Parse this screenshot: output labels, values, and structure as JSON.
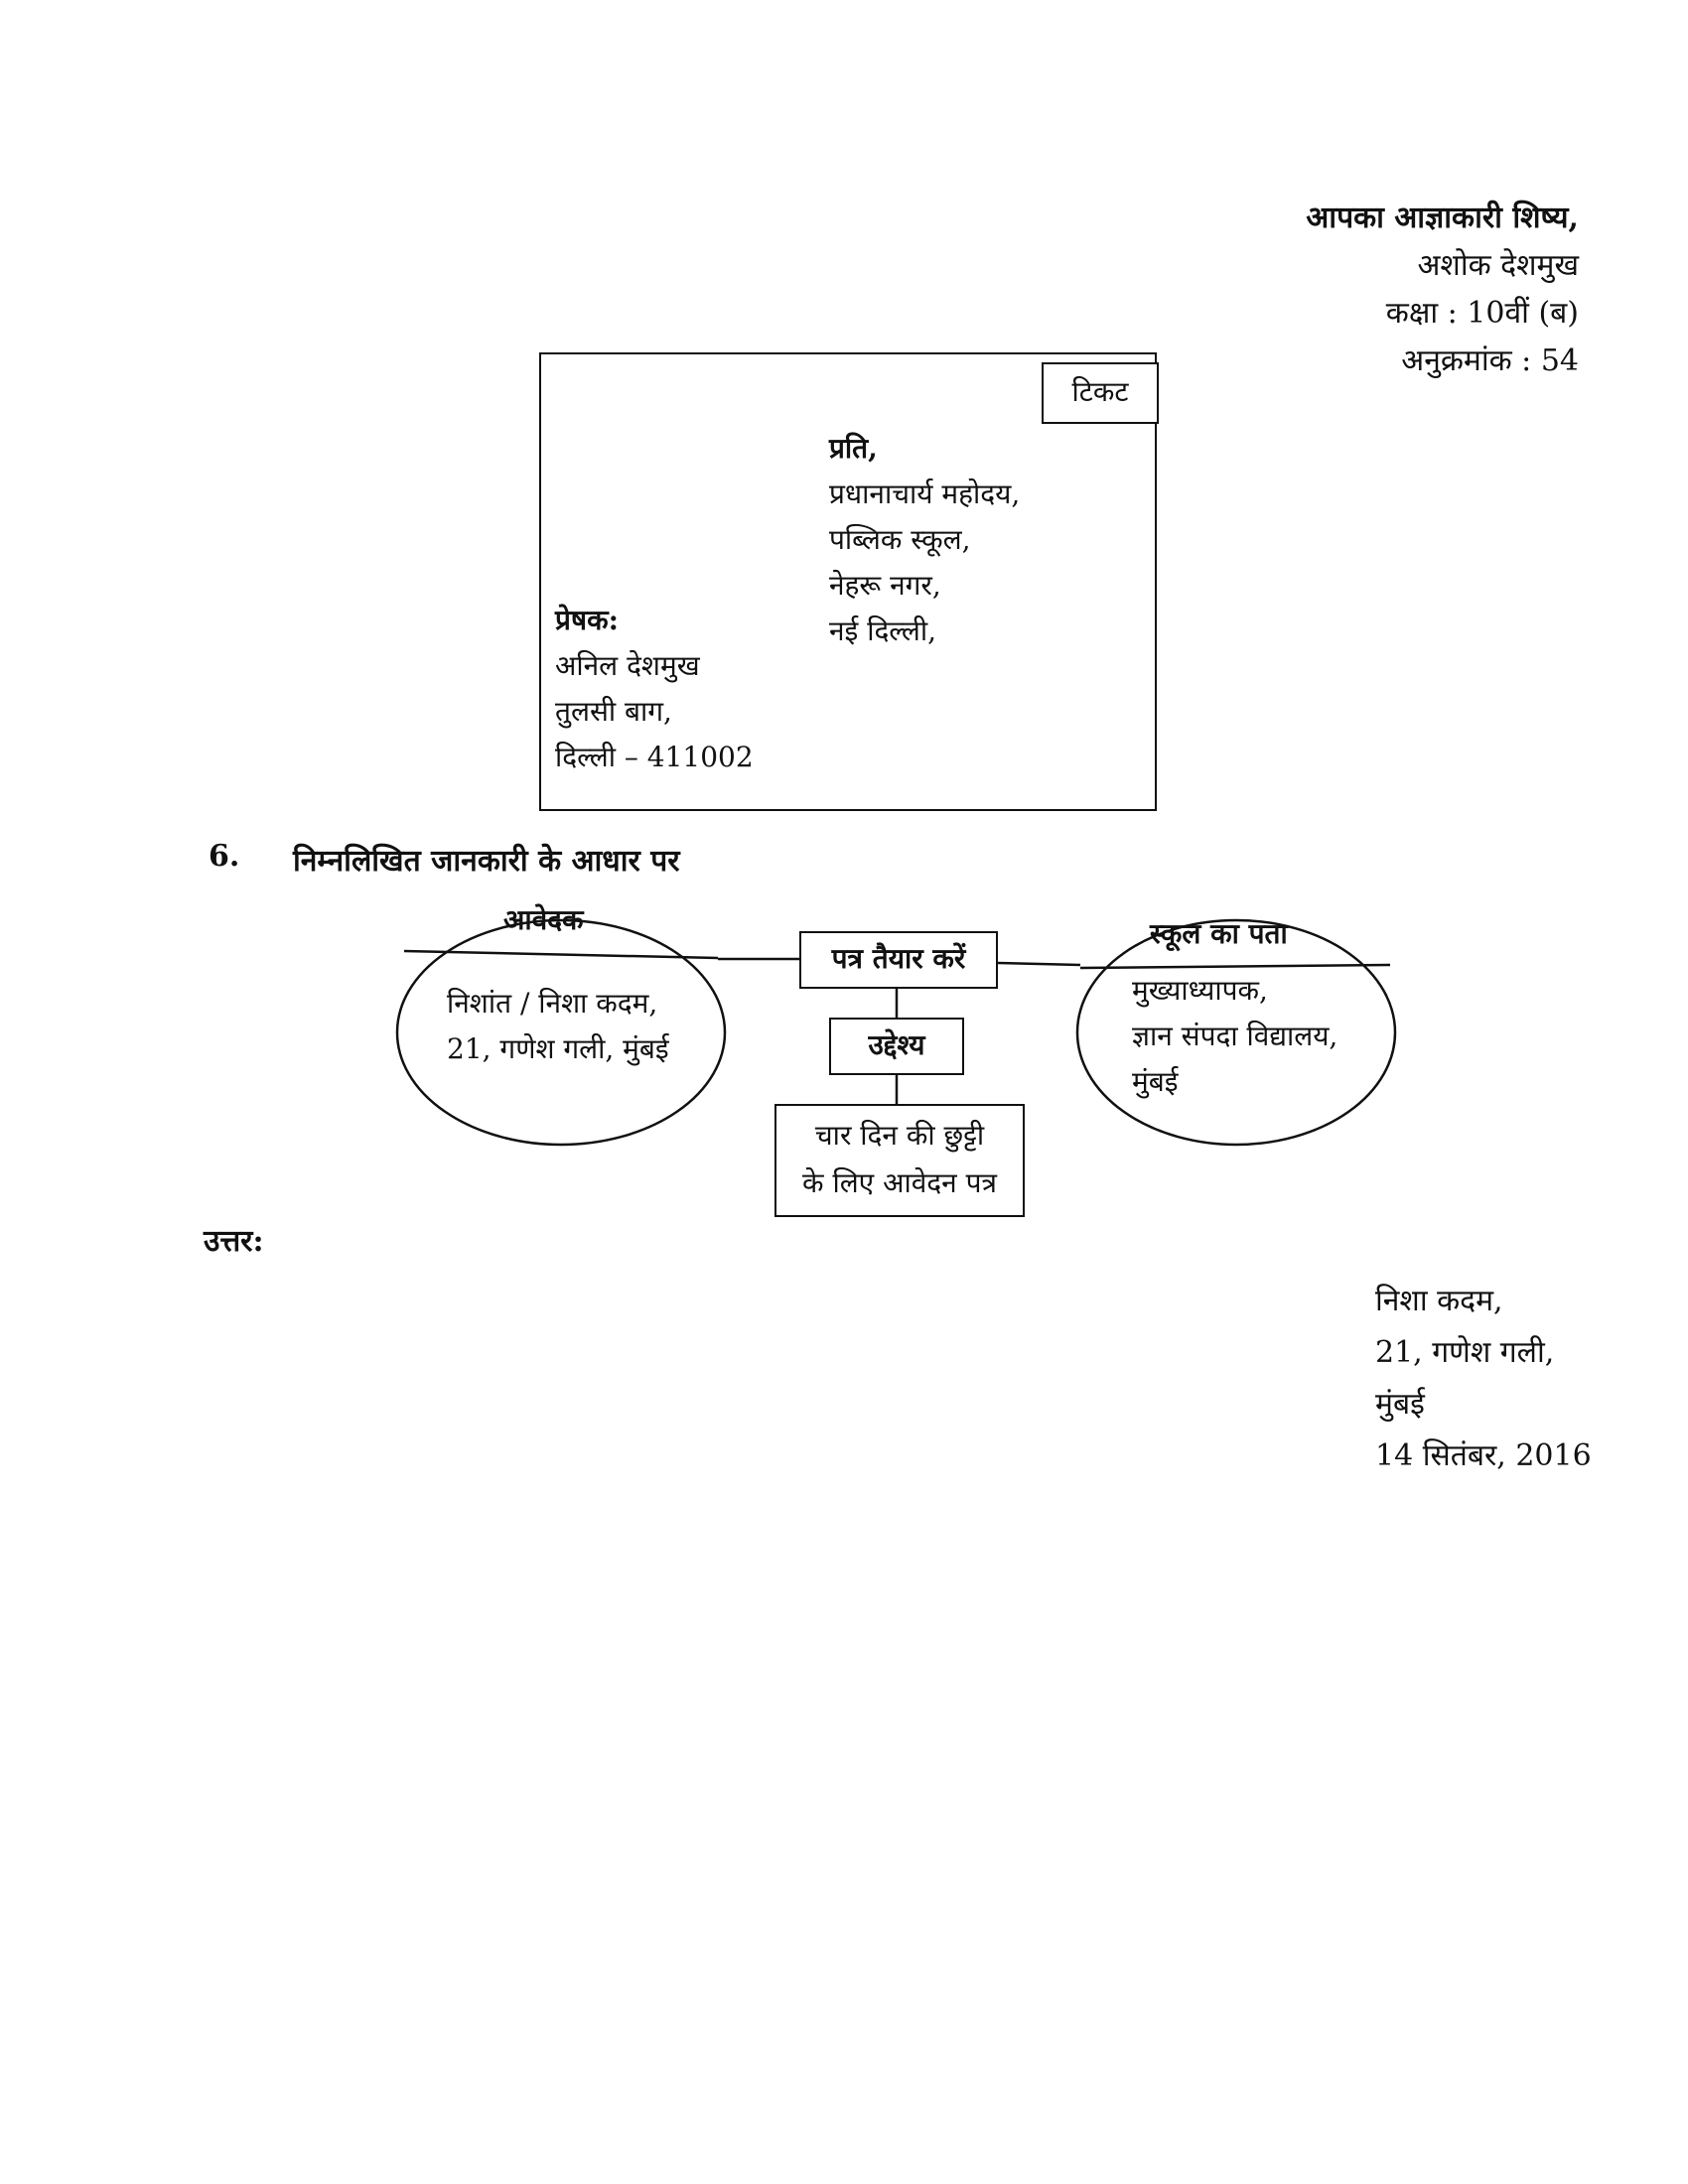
{
  "signoff": {
    "closing": "आपका आज्ञाकारी शिष्य,",
    "name": "अशोक देशमुख",
    "class_line": "कक्षा  : 10वीं (ब)",
    "roll_line": "अनुक्रमांक : 54"
  },
  "envelope": {
    "stamp_label": "टिकट",
    "to_heading": "प्रति,",
    "to_lines": [
      "प्रधानाचार्य महोदय,",
      "पब्लिक स्कूल,",
      "नेहरू नगर,",
      "नई दिल्ली,"
    ],
    "from_heading": "प्रेषक:",
    "from_lines": [
      "अनिल देशमुख",
      "तुलसी बाग,",
      "दिल्ली – 411002"
    ]
  },
  "question": {
    "number": "6.",
    "text": "निम्नलिखित जानकारी के आधार पर"
  },
  "diagram": {
    "applicant_title": "आवेदक",
    "applicant_lines": [
      "निशांत / निशा कदम,",
      "21, गणेश गली, मुंबई"
    ],
    "center_label": "पत्र तैयार करें",
    "purpose_label": "उद्देश्य",
    "purpose_lines": [
      "चार दिन की छुट्टी",
      "के लिए आवेदन पत्र"
    ],
    "school_title": "स्कूल का पता",
    "school_lines": [
      "मुख्याध्यापक,",
      "ज्ञान संपदा विद्यालय,",
      "मुंबई"
    ]
  },
  "answer": {
    "label": "उत्तर:",
    "address_lines": [
      "निशा कदम,",
      "21, गणेश गली,",
      "मुंबई",
      "14 सितंबर, 2016"
    ]
  }
}
